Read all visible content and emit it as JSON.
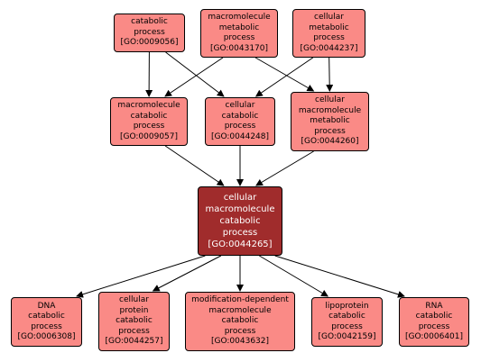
{
  "colors": {
    "node_fill": "#fa8a86",
    "focus_fill": "#a02c2c",
    "border": "#000000",
    "edge": "#000000"
  },
  "nodes": [
    {
      "id": "n_catabolic",
      "label": "catabolic\nprocess\n[GO:0009056]"
    },
    {
      "id": "n_macro_metabolic",
      "label": "macromolecule\nmetabolic\nprocess\n[GO:0043170]"
    },
    {
      "id": "n_cell_metabolic",
      "label": "cellular\nmetabolic\nprocess\n[GO:0044237]"
    },
    {
      "id": "n_macro_catabolic",
      "label": "macromolecule\ncatabolic\nprocess\n[GO:0009057]"
    },
    {
      "id": "n_cell_catabolic",
      "label": "cellular\ncatabolic\nprocess\n[GO:0044248]"
    },
    {
      "id": "n_cell_macro_metabolic",
      "label": "cellular\nmacromolecule\nmetabolic\nprocess\n[GO:0044260]"
    },
    {
      "id": "n_focus",
      "label": "cellular\nmacromolecule\ncatabolic\nprocess\n[GO:0044265]"
    },
    {
      "id": "n_dna",
      "label": "DNA\ncatabolic\nprocess\n[GO:0006308]"
    },
    {
      "id": "n_protein",
      "label": "cellular\nprotein\ncatabolic\nprocess\n[GO:0044257]"
    },
    {
      "id": "n_moddep",
      "label": "modification-dependent\nmacromolecule\ncatabolic\nprocess\n[GO:0043632]"
    },
    {
      "id": "n_lipo",
      "label": "lipoprotein\ncatabolic\nprocess\n[GO:0042159]"
    },
    {
      "id": "n_rna",
      "label": "RNA\ncatabolic\nprocess\n[GO:0006401]"
    }
  ],
  "edges": [
    {
      "from": "n_catabolic",
      "to": "n_macro_catabolic"
    },
    {
      "from": "n_catabolic",
      "to": "n_cell_catabolic"
    },
    {
      "from": "n_macro_metabolic",
      "to": "n_macro_catabolic"
    },
    {
      "from": "n_macro_metabolic",
      "to": "n_cell_macro_metabolic"
    },
    {
      "from": "n_cell_metabolic",
      "to": "n_cell_catabolic"
    },
    {
      "from": "n_cell_metabolic",
      "to": "n_cell_macro_metabolic"
    },
    {
      "from": "n_macro_catabolic",
      "to": "n_focus"
    },
    {
      "from": "n_cell_catabolic",
      "to": "n_focus"
    },
    {
      "from": "n_cell_macro_metabolic",
      "to": "n_focus"
    },
    {
      "from": "n_focus",
      "to": "n_dna"
    },
    {
      "from": "n_focus",
      "to": "n_protein"
    },
    {
      "from": "n_focus",
      "to": "n_moddep"
    },
    {
      "from": "n_focus",
      "to": "n_lipo"
    },
    {
      "from": "n_focus",
      "to": "n_rna"
    }
  ]
}
